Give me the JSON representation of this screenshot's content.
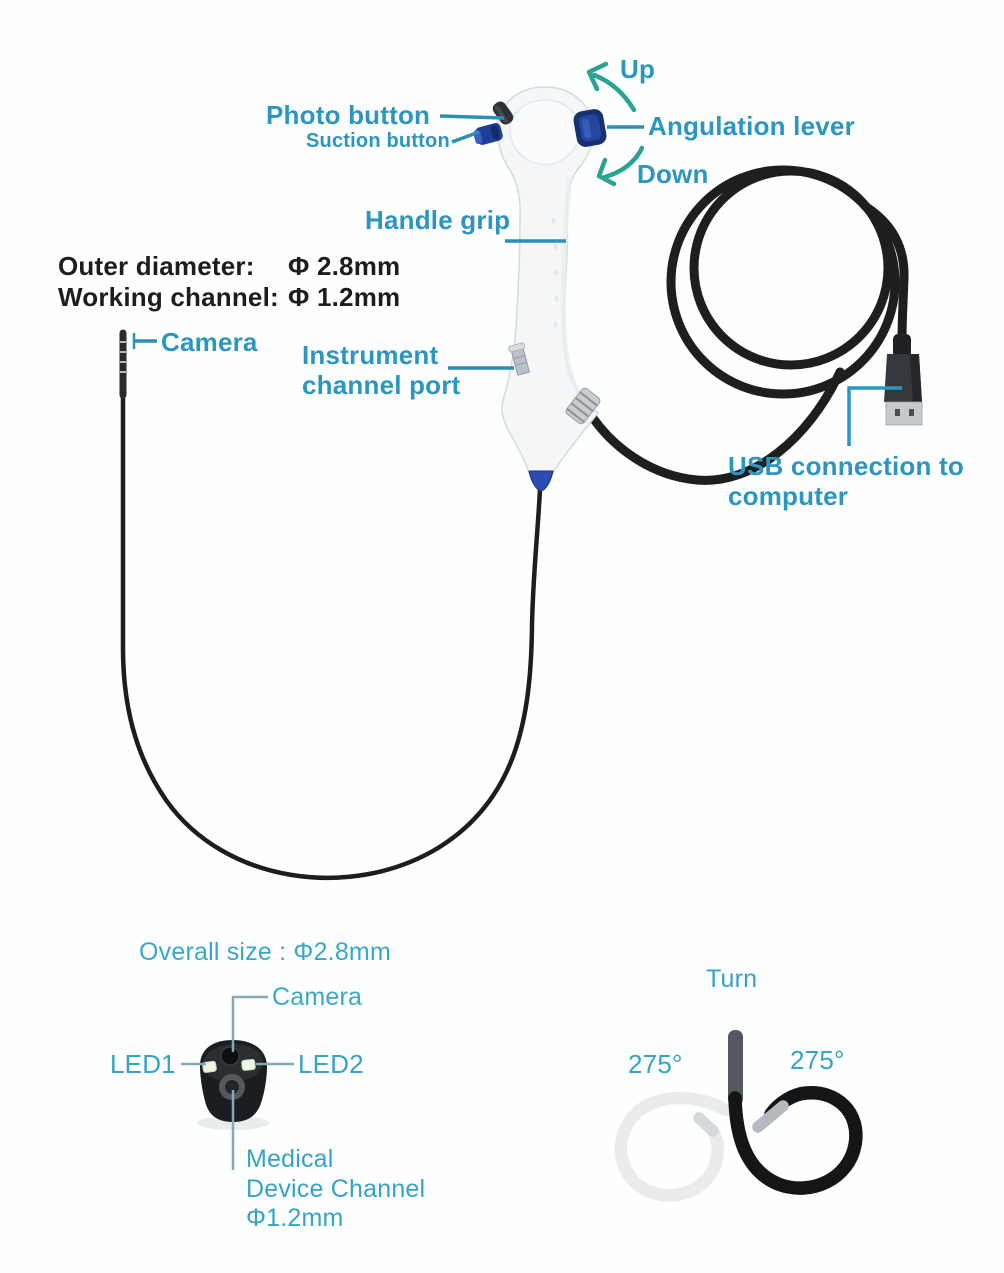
{
  "diagram": {
    "main": {
      "up": "Up",
      "down": "Down",
      "photo_button": "Photo button",
      "suction_button": "Suction button",
      "angulation_lever": "Angulation lever",
      "handle_grip": "Handle grip",
      "camera": "Camera",
      "instrument_channel_lines": [
        "Instrument",
        "channel port"
      ],
      "usb_lines": [
        "USB connection to",
        "computer"
      ],
      "specs": [
        {
          "name": "Outer diameter:",
          "value": "Φ 2.8mm"
        },
        {
          "name": "Working channel:",
          "value": "Φ 1.2mm"
        }
      ]
    },
    "tip_detail": {
      "overall_size": "Overall size : Φ2.8mm",
      "camera": "Camera",
      "led1": "LED1",
      "led2": "LED2",
      "channel_lines": [
        "Medical",
        "Device Channel",
        "Φ1.2mm"
      ]
    },
    "turn_detail": {
      "title": "Turn",
      "left_angle": "275°",
      "right_angle": "275°"
    },
    "colors": {
      "label_teal": "#2c96c0",
      "label_teal_light": "#3aa7c8",
      "arrow_green": "#2aa392",
      "leader_teal": "#2d8fb5",
      "leader_gray": "#85a8b3",
      "text_black": "#1d1d1f",
      "device_blue": "#24479e",
      "tip_blue": "#2b4cb3",
      "cable_black": "#1d1e20"
    }
  }
}
